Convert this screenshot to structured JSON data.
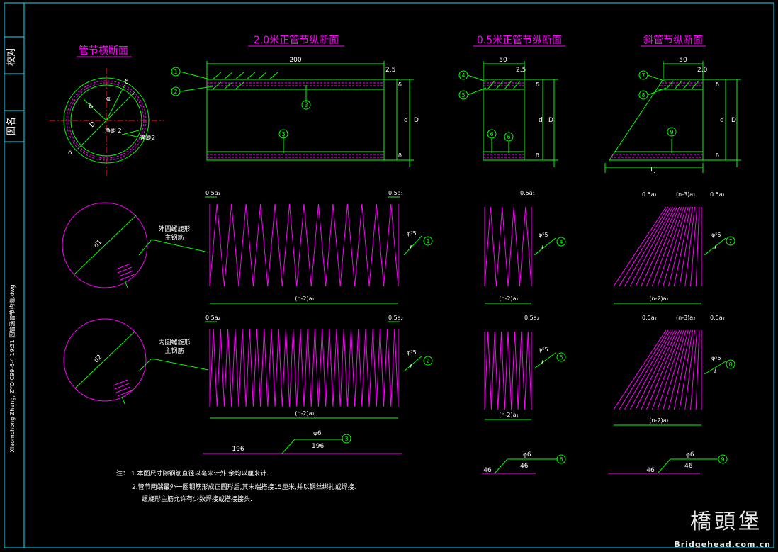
{
  "frame": {
    "side_labels": [
      "校对",
      "图名"
    ],
    "file_stamp": "Xiaomchong Zheng,  ZYDIC99-6-4  19:31  圆管涵管节构造.dwg"
  },
  "views": {
    "cross_section_title": "管节横断面",
    "long_20_title": "2.0米正管节纵断面",
    "long_05_title": "0.5米正管节纵断面",
    "skew_title": "斜管节纵断面"
  },
  "cross_section": {
    "labels": {
      "d": "d",
      "D": "D",
      "t1": "δ",
      "t2": "δ",
      "alpha": "α",
      "jingju1": "净距 2",
      "jingju2": "净距2"
    }
  },
  "dims": {
    "d200": "200",
    "d2_5a": "2.5",
    "d50a": "50",
    "d2_5b": "2.5",
    "d50b": "50",
    "d2_0": "2.0",
    "small_delta": "δ",
    "small_d": "d",
    "big_D": "D",
    "Lj": "Lj"
  },
  "markers": {
    "m1": "1",
    "m2": "2",
    "m3": "3",
    "m4": "4",
    "m5": "5",
    "m6": "6",
    "m7": "7",
    "m8": "8",
    "m9": "9"
  },
  "spirals": {
    "outer_label_1": "外圆螺旋形",
    "outer_label_2": "主钢筋",
    "inner_label_1": "内圆螺旋形",
    "inner_label_2": "主钢筋",
    "d1": "d1",
    "d2": "d2",
    "half_a1": "0.5a₁",
    "half_a2": "0.5a₂",
    "n2a1": "(n-2)a₁",
    "n2a2": "(n-2)a₂",
    "n3a1": "(n-3)a₁",
    "n3a2": "(n-3)a₂",
    "phi5": "φ⁵5",
    "ell": "ℓ"
  },
  "bars": {
    "phi6": "φ6",
    "len196": "196",
    "len46": "46"
  },
  "notes": {
    "line1": "注：  1.本图尺寸除钢筋直径以毫米计外,余均以厘米计.",
    "line2": "2.管节两端最外一圈钢筋形成正圆形后,其末端搭接15厘米,并以钢丝绑扎或焊接.",
    "line3": "螺旋形主筋允许有少数焊接或搭接接头."
  },
  "watermark": {
    "text": "橋頭堡",
    "site": "Bridgehead.com.cn"
  },
  "colors": {
    "frame": "#00e5ff",
    "line": "#00ff00",
    "spiral": "#ff00ff",
    "white": "#ffffff",
    "title": "#ff00ff"
  }
}
